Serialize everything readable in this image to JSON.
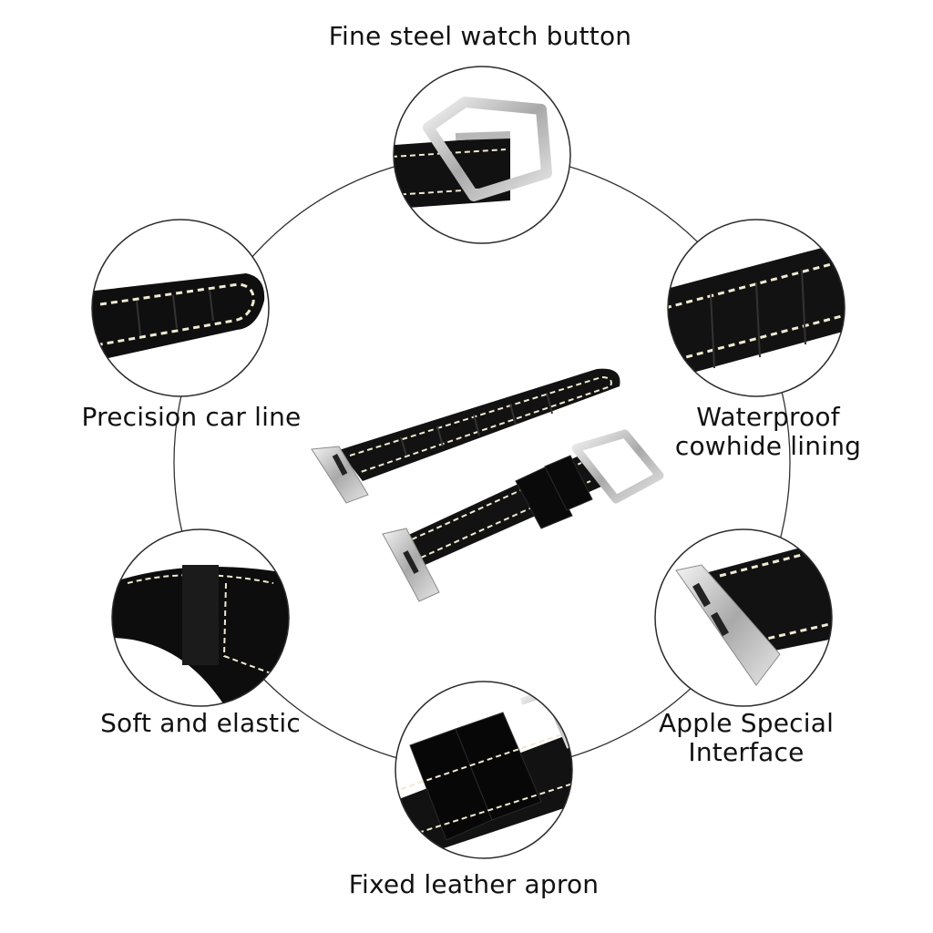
{
  "labels": {
    "buckle": "Fine steel watch button",
    "stitching": "Precision car line",
    "lining_line1": "Waterproof",
    "lining_line2": "cowhide lining",
    "soft": "Soft and elastic",
    "interface_line1": "Apple Special",
    "interface_line2": "Interface",
    "apron": "Fixed leather apron"
  },
  "colors": {
    "leather": "#111111",
    "stitch": "#f1ead2",
    "steel": "#c8c8c8",
    "ring": "#2b2b2b"
  }
}
